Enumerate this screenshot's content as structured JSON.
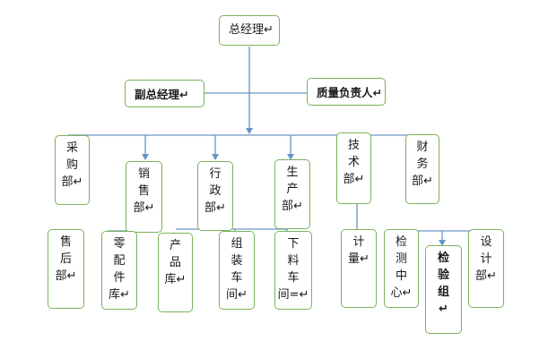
{
  "colors": {
    "box_border": "#79b25c",
    "connector": "#6a93c6"
  },
  "nodes": {
    "gm": "总经理↵",
    "deputy_gm": "副总经理↵",
    "quality": "质量负责人↵",
    "purchasing": "采\n购\n部↵",
    "sales": "销\n售\n部↵",
    "admin": "行\n政\n部↵",
    "production": "生\n产\n部↵",
    "technical": "技\n术\n部↵",
    "finance": "财\n务\n部↵",
    "after_sales": "售\n后\n部↵",
    "parts_store": "零\n配\n件\n库↵",
    "product_store": "产\n品\n库↵",
    "assembly": "组\n装\n车\n间↵",
    "cutting": "下\n料\n车\n间=↵",
    "metrology": "计\n量↵",
    "testing_center": "检\n测\n中\n心↵",
    "inspection_group": "检\n验\n组\n↵",
    "design": "设\n计\n部↵"
  }
}
